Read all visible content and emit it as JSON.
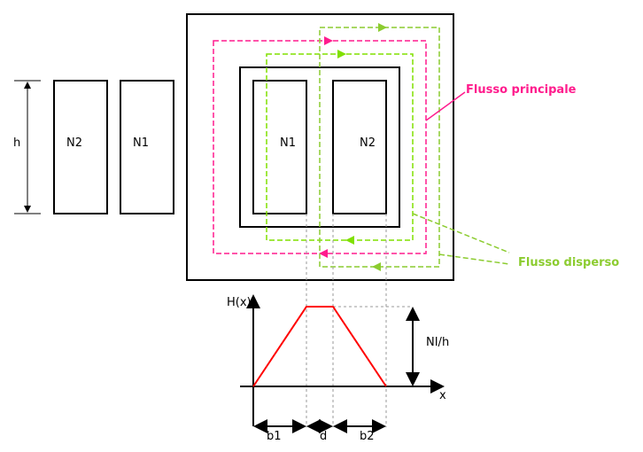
{
  "labels": {
    "h": "h",
    "left_n2": "N2",
    "left_n1": "N1",
    "core_n1": "N1",
    "core_n2": "N2",
    "main_flux": "Flusso principale",
    "leak_flux": "Flusso disperso",
    "y_axis": "H(x)",
    "x_axis": "x",
    "amplitude": "NI/h",
    "b1": "b1",
    "d": "d",
    "b2": "b2"
  },
  "colors": {
    "main_flux": "#ff1c8d",
    "leak_flux": "#8ccc30",
    "curve": "#ff0000"
  }
}
